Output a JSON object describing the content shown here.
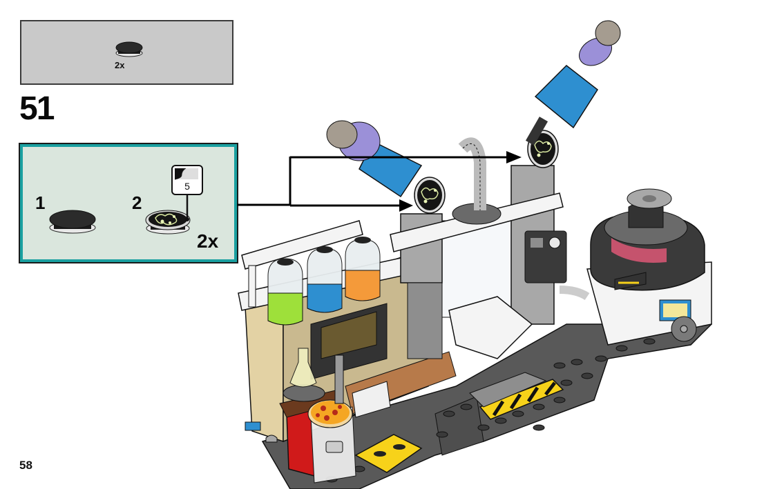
{
  "page": {
    "page_number": "58",
    "step_number": "51"
  },
  "parts_list": {
    "items": [
      {
        "part": "round-tile-1x1-black",
        "quantity": "2x",
        "color": "#2b2b2b"
      }
    ]
  },
  "sub_assembly": {
    "steps": [
      {
        "number": "1",
        "part": "round-tile-2x2-black"
      },
      {
        "number": "2",
        "part": "round-tile-2x2-black-with-sticker"
      }
    ],
    "sticker_number": "5",
    "multiplier": "2x"
  },
  "colors": {
    "parts_box_bg": "#c9c9c9",
    "callout_bg": "#dae6dd",
    "callout_border": "#1aa0a0",
    "brick_dark_gray": "#595959",
    "brick_light_gray": "#a8a8a8",
    "brick_blue": "#2e8fd0",
    "brick_lavender": "#9b90d8",
    "brick_lime": "#9ee03a",
    "brick_orange": "#f49a3a",
    "brick_tan": "#e3d2a4",
    "brick_yellow": "#f7d21a",
    "brick_red": "#d01a1a",
    "brick_brown": "#b77a4a"
  },
  "model": {
    "description": "J.B.'s ghost lab build — lab bench with potion bottles, ghost-trap column, and containment unit",
    "arrows_target_count": 2
  }
}
